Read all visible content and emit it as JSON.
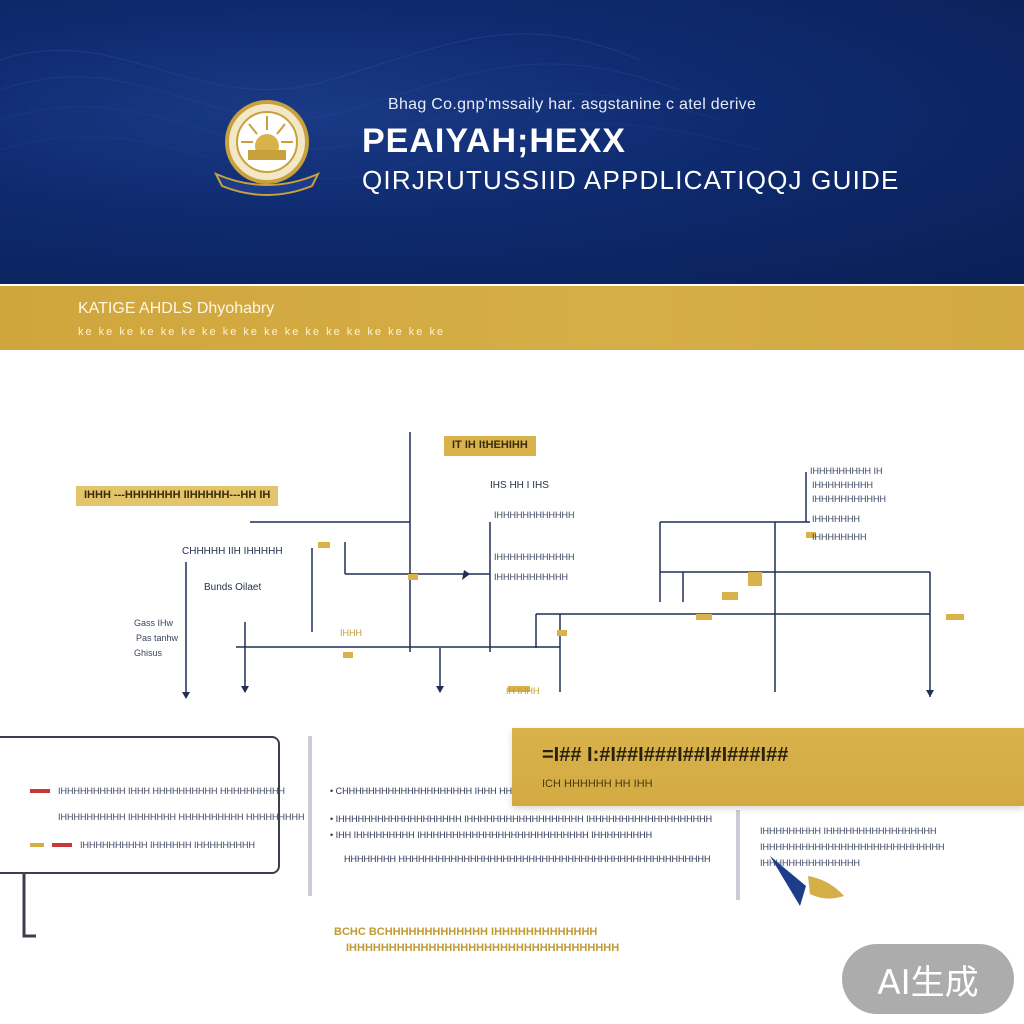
{
  "header": {
    "subtitle": "Bhag Co.gnp'mssaily har. asgstanine c atel derive",
    "title": "PEAIYAH;HEXX",
    "guide": "QIRJRUTUSSIID APPDLICATIQQJ GUIDE"
  },
  "band": {
    "title": "KATIGE AHDLS Dhyohabry",
    "subtitle": "ke ke ke ke ke ke ke ke ke ke ke ke ke ke ke ke ke ke"
  },
  "diagram": {
    "labels": {
      "top_center": "IT IH ItHEHIHH",
      "left_gold": "IHHH ---HHHHHHH IIHHHHH---HH IH",
      "center_top": "IHS HH I IHS",
      "left_mid": "CHHHHH IIH IHHHHH",
      "left_box": "Bunds Oilaet",
      "left_small_1": "Gass IHw",
      "left_small_2": "Pas tanhw",
      "left_small_3": "Ghisus",
      "center_list_1": "IHHHHHHHHHHHH",
      "center_list_2": "IHHHHHHHHHHHH",
      "center_list_3": "IHHHHHHHHHHH",
      "right_list_1": "IHHHHHHHHH IH",
      "right_list_2": "IHHHHHHHHH",
      "right_list_3": "IHHHHHHHHHHH",
      "right_list_4": "IHHHHHHH",
      "right_list_5": "IHHHHHHHH",
      "gold_small_1": "IHHH",
      "gold_small_2": "IH IHHH"
    }
  },
  "left_card": {
    "rows": [
      {
        "text": "IHHHHHHHHHH IHHH HHHHHHHHHH HHHHHHHHHH",
        "color": "#c8383a"
      },
      {
        "text": "IHHHHHHHHHH IHHHHHHH HHHHHHHHHH HHHHHHHHH",
        "color": "#ffffff"
      },
      {
        "text": "IHHHHHHHHHH IHHHHHH  IHHHHHHHHH",
        "color": "#d6ad45"
      }
    ],
    "accent_red": "#c8383a"
  },
  "middle_text": {
    "lines": [
      "• CHHHHHHHHHHHHHHHHHHHH IHHH HHHHHHHHHHHH",
      "• IHHHHHHHHHHHHHHHHHHH IHHHHHHHHHHHHHHHHHH IHHHHHHHHHHHHHHHHHHH",
      "• IHH IHHHHHHHHH IHHHHHHHHHHHHHHHHHHHHHHHHHH IHHHHHHHHH",
      "HHHHHHHH HHHHHHHHHHHHHHHHHHHHHHHHHHHHHHHHHHHHHHHHHHHHHHHHHHHHHH"
    ]
  },
  "gold_callout": {
    "title": "=I## I:#I##I###I##I#I###I##",
    "subtitle": "ICH HHHHHH HH IHH"
  },
  "right_card": {
    "lines": [
      "IHHHHHHHHH IHHHHHHHHHHHHHHHHH",
      "IHHHHHHHHHHHHHHHHHHHHHHHHHHHH",
      "IHHHHHHHHHHHHHHH"
    ]
  },
  "footer": {
    "line1": "BCHC BCHHHHHHHHHHHHH IHHHHHHHHHHHHH",
    "line2": "IHHHHHHHHHHHHHHHHHHHHHHHHHHHHHHHHHH"
  },
  "badge": {
    "label": "AI生成"
  },
  "colors": {
    "navy": "#0e2a6e",
    "gold": "#d6ae47",
    "line": "#1f2f56"
  }
}
